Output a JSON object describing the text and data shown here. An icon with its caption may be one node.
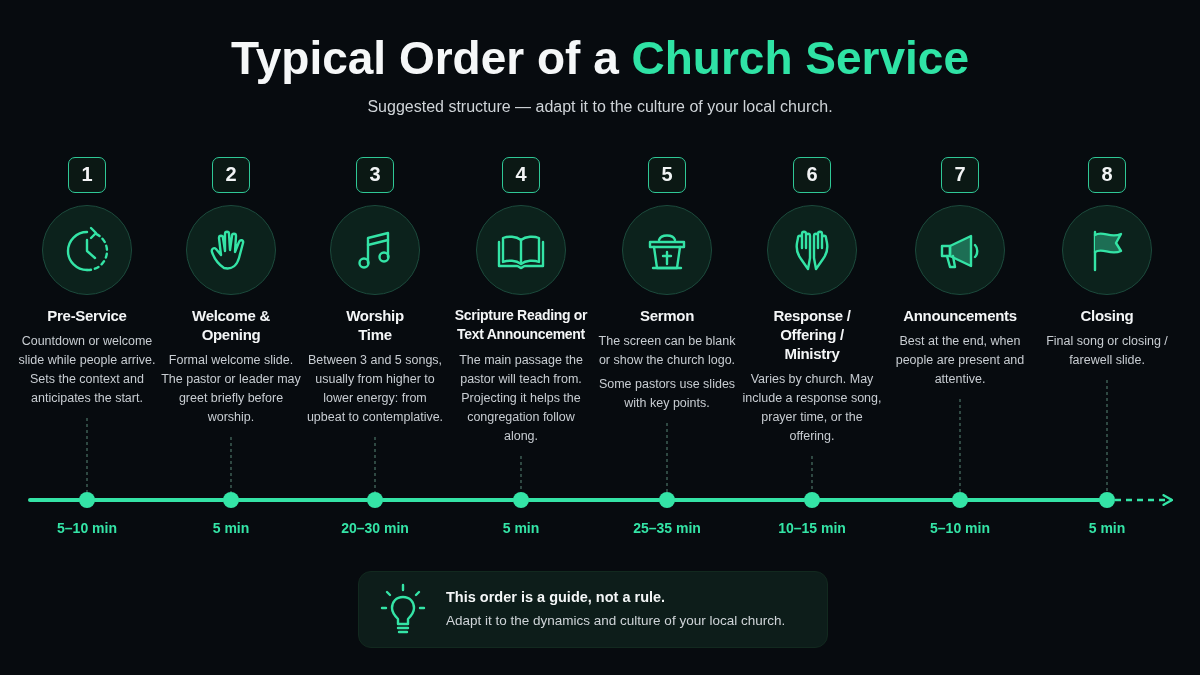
{
  "diagram": {
    "title": "Typical Order of a Church Service",
    "nodes": [
      {
        "text": [
          "1"
        ]
      },
      {
        "text": [
          "Pre-Service",
          "Countdown or welcome slide while people arrive. Sets the context and anticipates the start."
        ]
      },
      {
        "text": [],
        "shape": "circle",
        "beside": [
          "5–10 min"
        ]
      },
      {
        "text": [
          "2"
        ]
      },
      {
        "text": [
          "Welcome & Opening",
          "Formal welcome slide. The pastor or leader may greet briefly before worship."
        ]
      },
      {
        "text": [],
        "shape": "circle",
        "beside": [
          "5 min"
        ]
      },
      {
        "text": [
          "3"
        ]
      },
      {
        "text": [
          "Worship Time",
          "Between 3 and 5 songs, usually from higher to lower energy: from upbeat to contemplative."
        ]
      },
      {
        "text": [],
        "shape": "circle",
        "beside": [
          "20–30 min"
        ]
      },
      {
        "text": [
          "4"
        ]
      },
      {
        "text": [
          "Scripture Reading or Text Announcement",
          "The main passage the pastor will teach from. Projecting it helps the congregation follow along."
        ]
      },
      {
        "text": [],
        "shape": "circle",
        "beside": [
          "5 min"
        ]
      },
      {
        "text": [
          "5"
        ]
      },
      {
        "text": [
          "Sermon",
          "The screen can be blank or show the church logo.",
          "Some pastors use slides with key points."
        ]
      },
      {
        "text": [],
        "shape": "circle",
        "beside": [
          "25–35 min"
        ]
      },
      {
        "text": [
          "6"
        ]
      },
      {
        "text": [
          "Response / Offering / Ministry",
          "Varies by church. May include a response song, prayer time, or the offering."
        ]
      },
      {
        "text": [],
        "shape": "circle",
        "beside": [
          "10–15 min"
        ]
      },
      {
        "text": [
          "7"
        ]
      },
      {
        "text": [
          "Announcements",
          "Best at the end, when people are present and attentive."
        ]
      },
      {
        "text": [],
        "shape": "circle",
        "beside": [
          "5–10 min"
        ]
      },
      {
        "text": [
          "8"
        ]
      },
      {
        "text": [
          "Closing",
          "Final song or closing / farewell slide."
        ]
      },
      {
        "text": [],
        "shape": "circle",
        "beside": [
          "5 min"
        ]
      },
      {
        "text": [
          "This order is a guide, not a rule.",
          "Adapt it to the dynamics and culture of your local church."
        ]
      }
    ],
    "edges": [
      {
        "from": 1,
        "to": 2,
        "arrow": "none",
        "style": "dashed",
        "color": "#456b5f"
      },
      {
        "from": 4,
        "to": 5,
        "arrow": "none",
        "style": "dashed",
        "color": "#456b5f"
      },
      {
        "from": 7,
        "to": 8,
        "arrow": "none",
        "style": "dashed",
        "color": "#456b5f"
      },
      {
        "from": 10,
        "to": 11,
        "arrow": "none",
        "style": "dashed",
        "color": "#456b5f"
      },
      {
        "from": 13,
        "to": 14,
        "arrow": "none",
        "style": "dashed",
        "color": "#456b5f"
      },
      {
        "from": 16,
        "to": 17,
        "arrow": "none",
        "style": "dashed",
        "color": "#456b5f"
      },
      {
        "from": 19,
        "to": 20,
        "arrow": "none",
        "style": "dashed",
        "color": "#456b5f"
      },
      {
        "from": 22,
        "to": 23,
        "arrow": "none",
        "style": "dashed",
        "color": "#456b5f"
      },
      {
        "from": null,
        "to": 2,
        "arrow": "none"
      },
      {
        "from": 2,
        "to": 5,
        "arrow": "none"
      },
      {
        "from": 5,
        "to": 8,
        "arrow": "none"
      },
      {
        "from": 8,
        "to": 11,
        "arrow": "none"
      },
      {
        "from": 11,
        "to": 14,
        "arrow": "none"
      },
      {
        "from": 14,
        "to": 17,
        "arrow": "none"
      },
      {
        "from": 17,
        "to": 20,
        "arrow": "none"
      },
      {
        "from": 20,
        "to": 23,
        "arrow": "none"
      },
      {
        "from": 23,
        "to": null,
        "arrow": "to",
        "style": "dashed"
      }
    ],
    "labels": [
      "Suggested structure — adapt it to the culture of your local church."
    ]
  }
}
